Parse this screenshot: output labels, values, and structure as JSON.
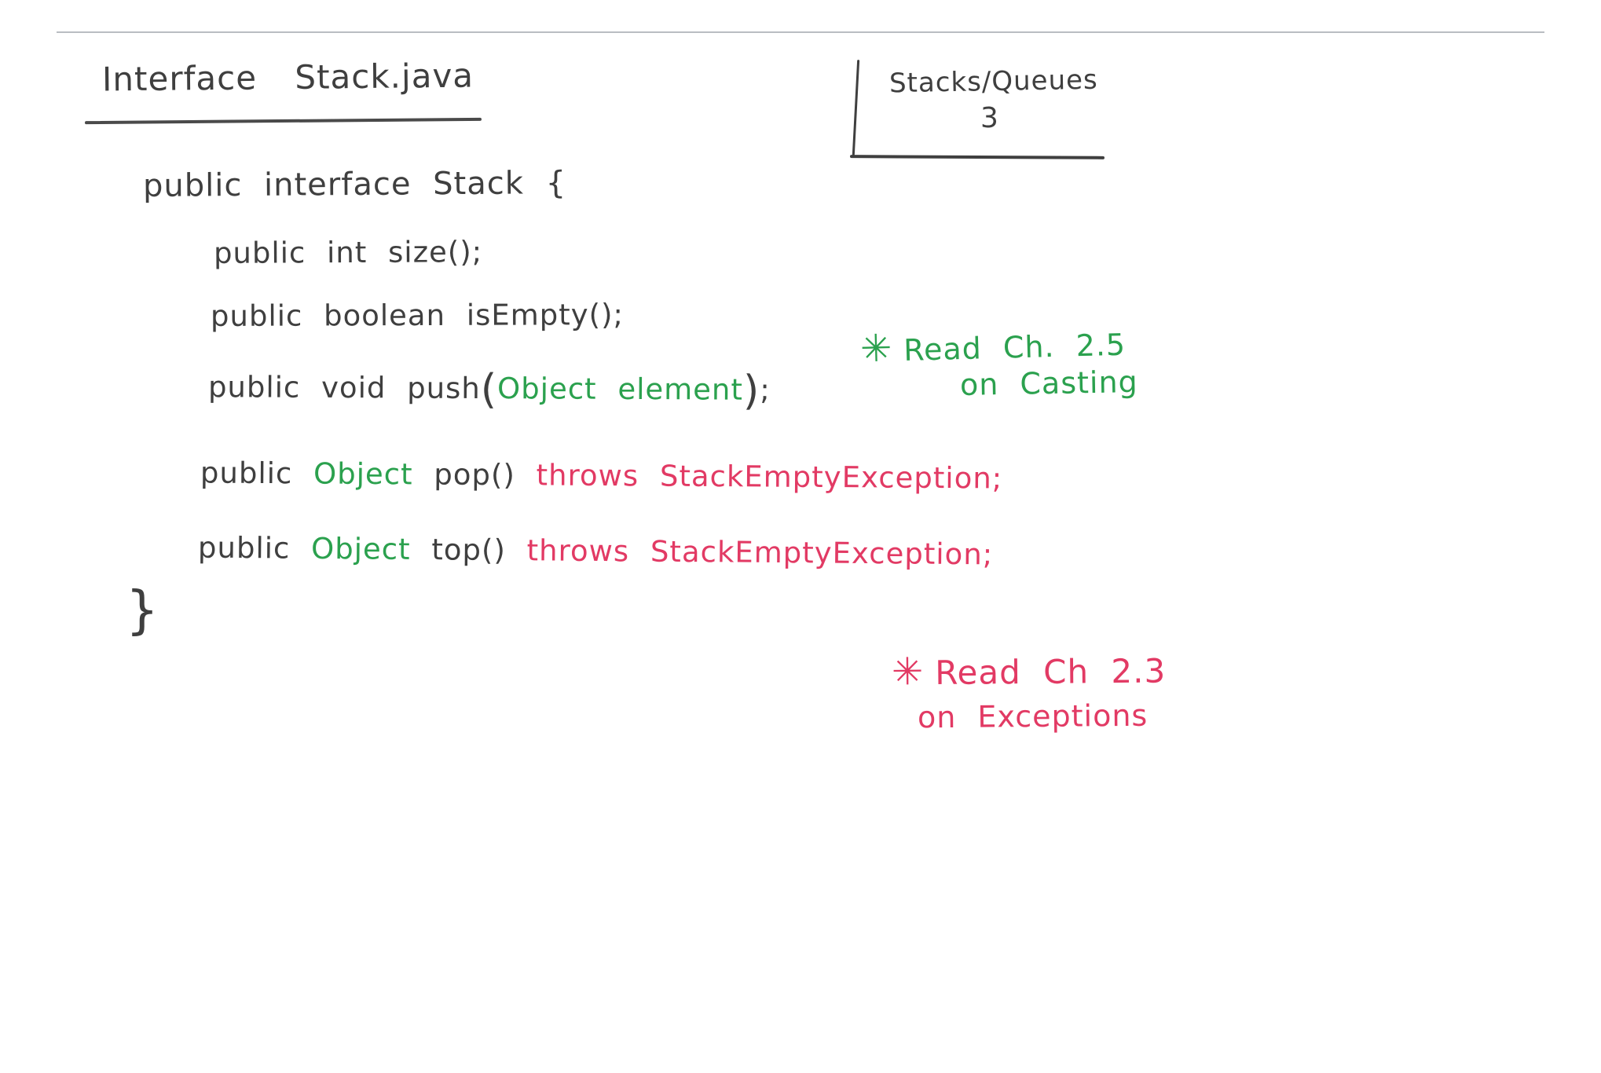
{
  "header": {
    "title": "Interface Stack.java",
    "corner": {
      "topic": "Stacks/Queues",
      "page": "3"
    }
  },
  "code": {
    "interface_open": "public interface Stack {",
    "size_line": "public int size();",
    "isempty_line": "public boolean isEmpty();",
    "push": {
      "pre": "public void push",
      "paren_open": "(",
      "param": "Object element",
      "paren_close": ")",
      "semicolon": ";"
    },
    "pop": {
      "pre": "public ",
      "return_type": "Object",
      "mid": " pop() ",
      "throws_clause": "throws StackEmptyException;"
    },
    "top": {
      "pre": "public ",
      "return_type": "Object",
      "mid": " top() ",
      "throws_clause": "throws StackEmptyException;"
    },
    "interface_close": "}"
  },
  "notes": {
    "casting": {
      "marker": "✳",
      "line1": "Read Ch. 2.5",
      "line2": "on Casting"
    },
    "exceptions": {
      "marker": "✳",
      "line1": "Read Ch 2.3",
      "line2": "on Exceptions"
    }
  },
  "colors": {
    "ink": "#3f3f3f",
    "green": "#2ba14e",
    "red": "#e23a64"
  }
}
